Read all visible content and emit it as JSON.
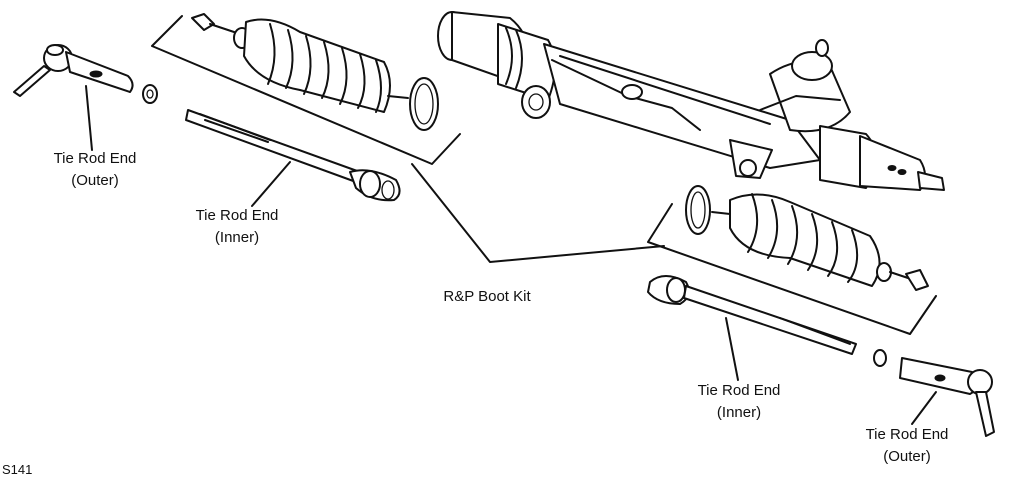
{
  "labels": {
    "outer_left": [
      "Tie Rod End",
      "(Outer)"
    ],
    "inner_left": [
      "Tie Rod End",
      "(Inner)"
    ],
    "boot_kit": "R&P Boot Kit",
    "inner_right": [
      "Tie Rod End",
      "(Inner)"
    ],
    "outer_right": [
      "Tie Rod End",
      "(Outer)"
    ],
    "figure_id": "S141"
  }
}
